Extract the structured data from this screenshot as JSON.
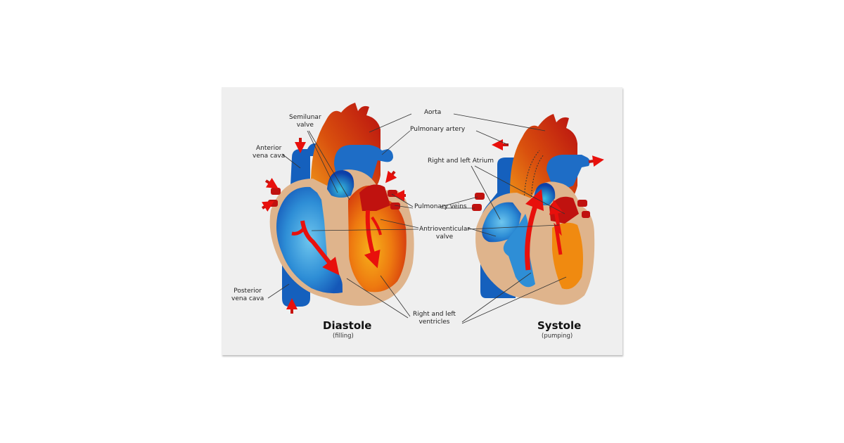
{
  "diagram": {
    "background_color": "#ffffff",
    "poster_color": "#efefef",
    "colors": {
      "deoxygenated_blue": "#1560bd",
      "oxygenated_red": "#c8140f",
      "orange": "#f08a10",
      "tissue_tan": "#dfb48c",
      "flow_arrow_red": "#e8100c"
    },
    "panels": [
      {
        "title": "Diastole",
        "subtitle": "(filling)"
      },
      {
        "title": "Systole",
        "subtitle": "(pumping)"
      }
    ],
    "labels": {
      "semilunar_valve": [
        "Semilunar",
        "valve"
      ],
      "anterior_vena_cava": [
        "Anterior",
        "vena cava"
      ],
      "posterior_vena_cava": [
        "Posterior",
        "vena cava"
      ],
      "aorta": "Aorta",
      "pulmonary_artery": "Pulmonary artery",
      "right_left_atrium": "Right and left Atrium",
      "pulmonary_veins": "Pulmonary veins",
      "atrioventricular_valve": [
        "Antrioventicular",
        "valve"
      ],
      "right_left_ventricles": [
        "Right and left",
        "ventricles"
      ]
    }
  }
}
